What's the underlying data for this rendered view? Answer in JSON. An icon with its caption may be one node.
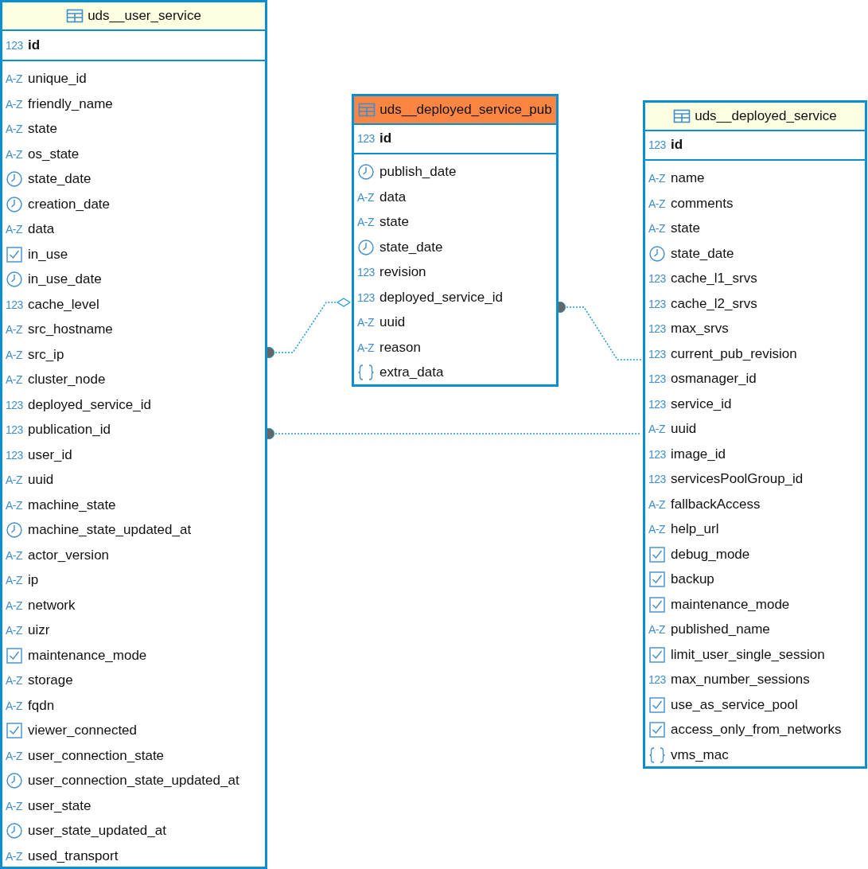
{
  "diagram": {
    "nodes": [
      {
        "text": [
          "uds__user_service",
          "123",
          "id",
          "A-Z",
          "unique_id",
          "A-Z",
          "friendly_name",
          "A-Z",
          "state",
          "A-Z",
          "os_state",
          "state_date",
          "creation_date",
          "A-Z",
          "data",
          "in_use",
          "in_use_date",
          "123",
          "cache_level",
          "A-Z",
          "src_hostname",
          "A-Z",
          "src_ip",
          "A-Z",
          "cluster_node",
          "123",
          "deployed_service_id",
          "123",
          "publication_id",
          "123",
          "user_id",
          "A-Z",
          "uuid",
          "A-Z",
          "machine_state",
          "machine_state_updated_at",
          "A-Z",
          "actor_version",
          "A-Z",
          "ip",
          "A-Z",
          "network",
          "A-Z",
          "uizr",
          "maintenance_mode",
          "A-Z",
          "storage",
          "A-Z",
          "fqdn",
          "viewer_connected",
          "A-Z",
          "user_connection_state",
          "user_connection_state_updated_at",
          "A-Z",
          "user_state",
          "user_state_updated_at",
          "A-Z",
          "used_transport"
        ]
      },
      {
        "text": [
          "uds__deployed_service_pub",
          "123",
          "id",
          "publish_date",
          "A-Z",
          "data",
          "A-Z",
          "state",
          "state_date",
          "123",
          "revision",
          "123",
          "deployed_service_id",
          "A-Z",
          "uuid",
          "A-Z",
          "reason",
          "extra_data"
        ]
      },
      {
        "text": [
          "uds__deployed_service",
          "123",
          "id",
          "A-Z",
          "name",
          "A-Z",
          "comments",
          "A-Z",
          "state",
          "state_date",
          "123",
          "cache_l1_srvs",
          "123",
          "cache_l2_srvs",
          "123",
          "max_srvs",
          "123",
          "current_pub_revision",
          "123",
          "osmanager_id",
          "123",
          "service_id",
          "A-Z",
          "uuid",
          "123",
          "image_id",
          "123",
          "servicesPoolGroup_id",
          "A-Z",
          "fallbackAccess",
          "A-Z",
          "help_url",
          "debug_mode",
          "backup",
          "maintenance_mode",
          "A-Z",
          "published_name",
          "limit_user_single_session",
          "123",
          "max_number_sessions",
          "use_as_service_pool",
          "access_only_from_networks",
          "vms_mac"
        ]
      }
    ],
    "edges": [
      {
        "from": 0,
        "to": 1,
        "arrow": "other",
        "style": "dashed"
      },
      {
        "from": 1,
        "to": 2,
        "arrow": "other",
        "style": "dashed"
      },
      {
        "from": 0,
        "to": 2,
        "arrow": "other",
        "style": "dashed"
      }
    ]
  }
}
